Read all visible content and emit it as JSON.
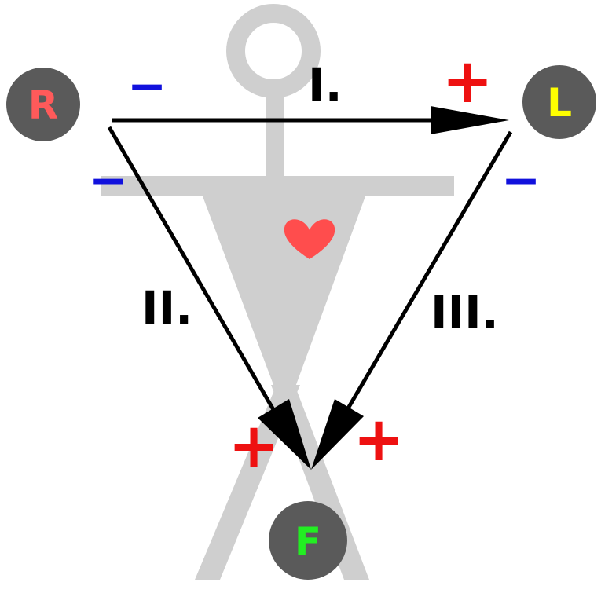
{
  "electrodes": {
    "right": {
      "letter": "R",
      "color": "#ff5a5a"
    },
    "left": {
      "letter": "L",
      "color": "#ffff00"
    },
    "foot": {
      "letter": "F",
      "color": "#22ee22"
    }
  },
  "leads": {
    "lead_1": "I.",
    "lead_2": "II.",
    "lead_3": "III."
  },
  "polarity": {
    "lead_1_negative": "−",
    "lead_1_positive": "+",
    "lead_2_negative": "−",
    "lead_2_positive": "+",
    "lead_3_negative": "−",
    "lead_3_positive": "+"
  },
  "colors": {
    "figure": "#cfcfcf",
    "heart": "#ff4d4d",
    "positive": "#ee1111",
    "negative": "#1111dd",
    "arrow": "#000000",
    "electrode_fill": "#5a5a5a"
  },
  "icons": [
    "human-figure",
    "heart-icon"
  ]
}
